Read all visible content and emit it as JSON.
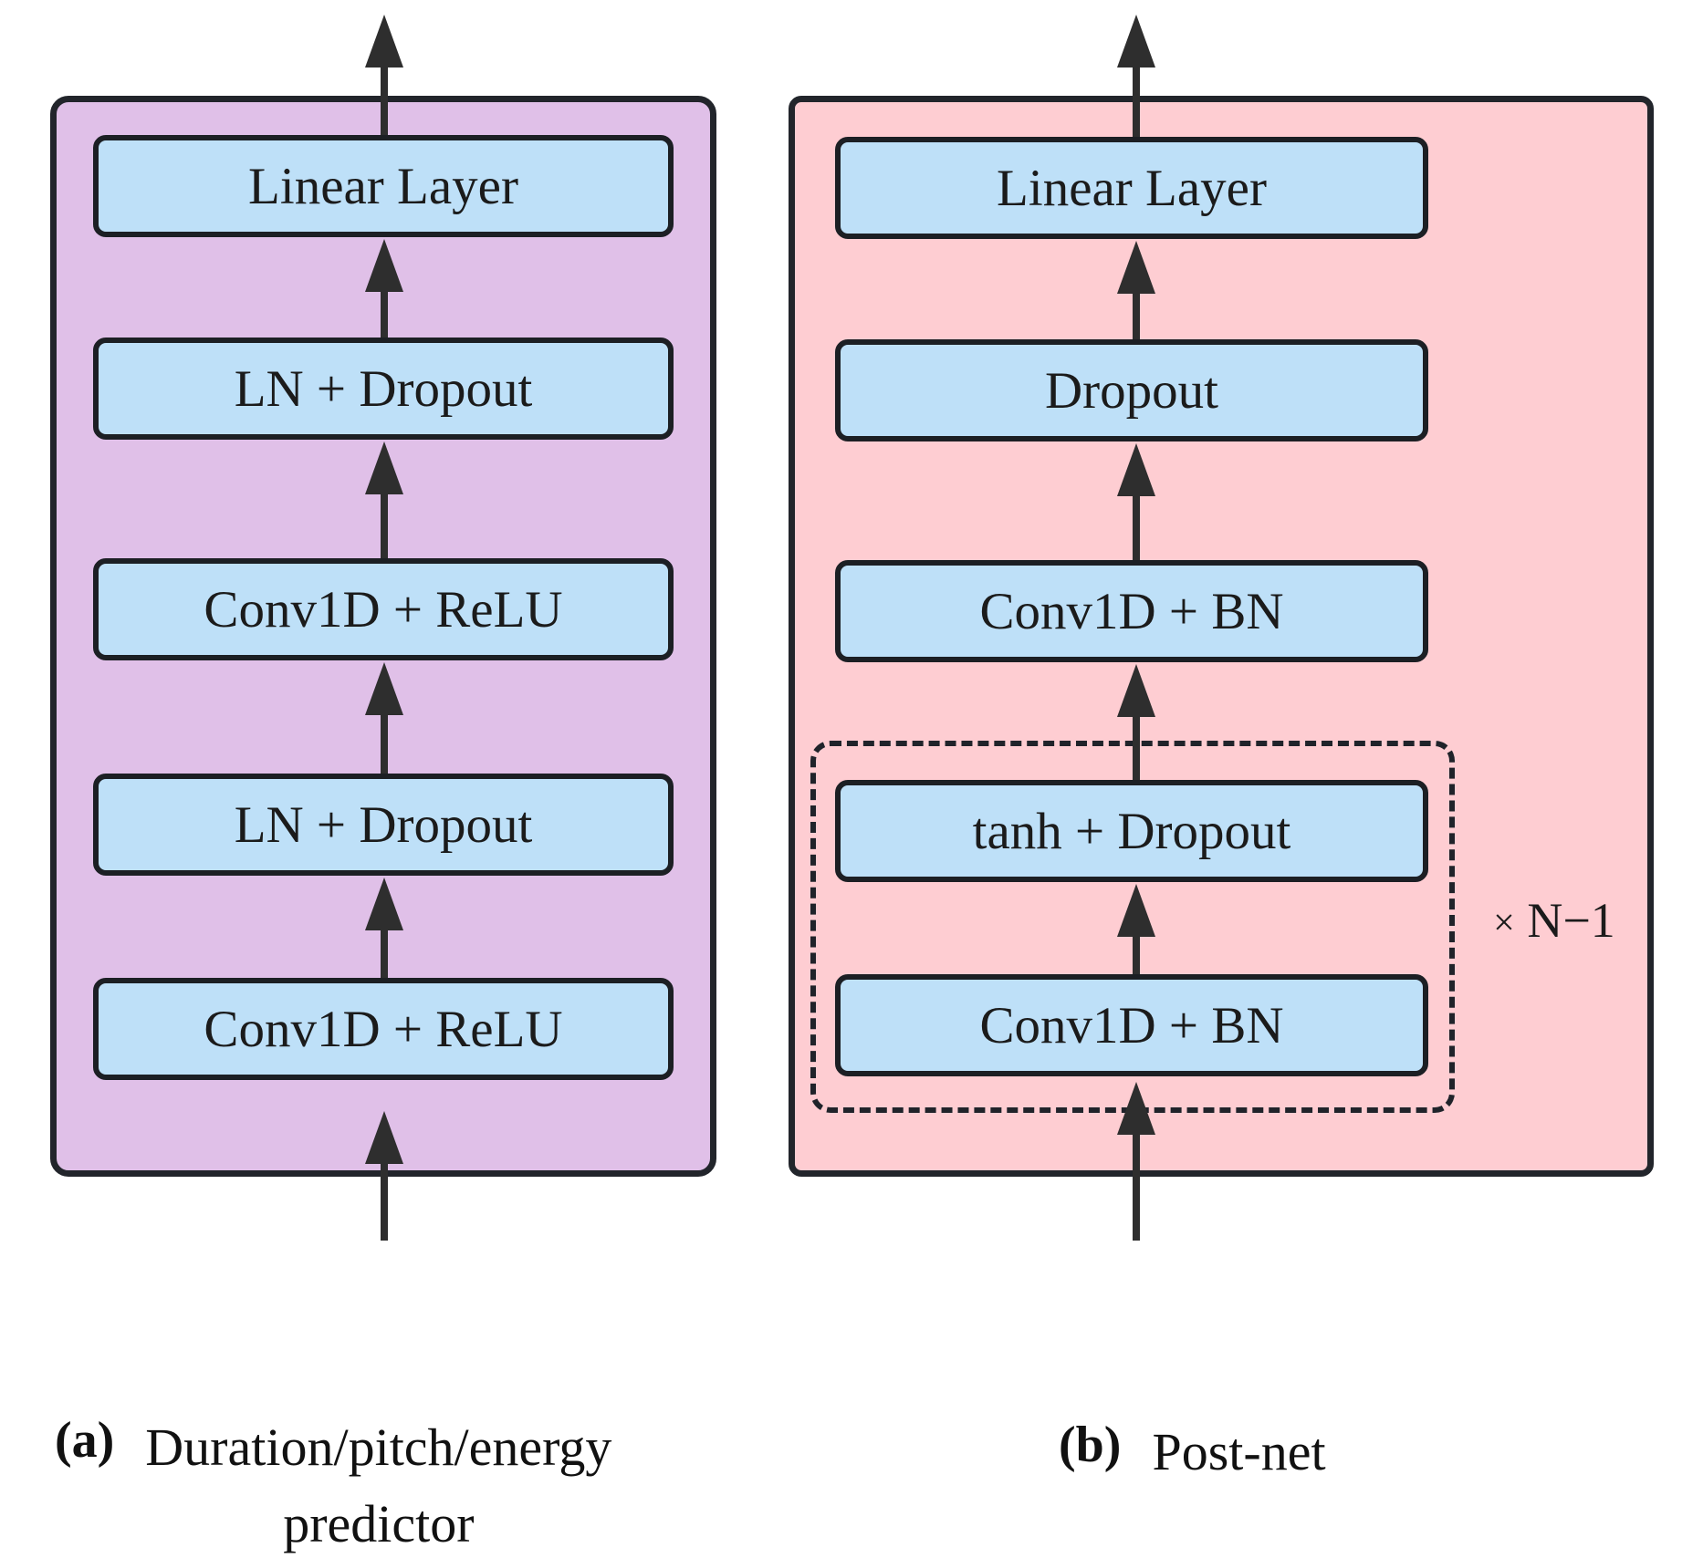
{
  "figure": {
    "panel_a": {
      "boxes": [
        "Linear Layer",
        "LN + Dropout",
        "Conv1D + ReLU",
        "LN + Dropout",
        "Conv1D + ReLU"
      ],
      "caption": {
        "label": "(a)",
        "line1": "Duration/pitch/energy",
        "line2": "predictor"
      }
    },
    "panel_b": {
      "boxes": [
        "Linear Layer",
        "Dropout",
        "Conv1D + BN",
        "tanh + Dropout",
        "Conv1D + BN"
      ],
      "repeat": {
        "times": "×",
        "count": "N−1"
      },
      "caption": {
        "label": "(b)",
        "title": "Post-net"
      }
    }
  },
  "colors": {
    "panel_a_bg": "#E0C0E8",
    "panel_b_bg": "#FECDD2",
    "box_bg": "#BEE0F8",
    "border": "#22252B",
    "arrow": "#2E2E2E",
    "text": "#1B1B1B"
  }
}
